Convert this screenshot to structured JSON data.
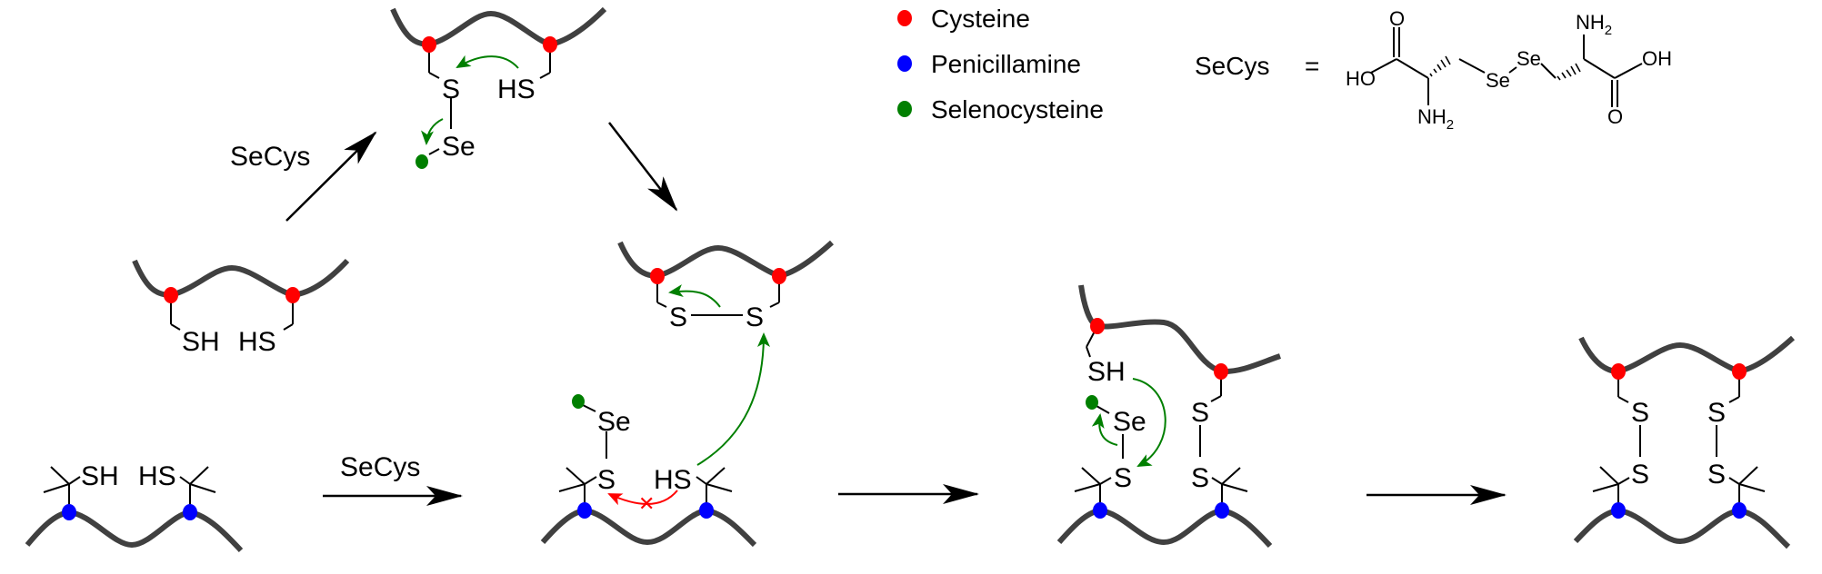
{
  "colors": {
    "cysteine": "#ff0000",
    "penicillamine": "#0000ff",
    "selenocysteine": "#007f00",
    "chain": "#404040",
    "blocked_arrow": "#ff0000"
  },
  "legend": {
    "items": [
      {
        "label": "Cysteine",
        "color": "#ff0000"
      },
      {
        "label": "Penicillamine",
        "color": "#0000ff"
      },
      {
        "label": "Selenocysteine",
        "color": "#007f00"
      }
    ]
  },
  "reagent_definition": {
    "name": "SeCys",
    "equals": "=",
    "structure_labels": {
      "ho": "HO",
      "o_top": "O",
      "nh2_left": "NH",
      "nh2_left_sub": "2",
      "se1": "Se",
      "se2": "Se",
      "nh2_right": "NH",
      "nh2_right_sub": "2",
      "oh": "OH",
      "o_bottom": "O"
    }
  },
  "arrows": {
    "up_arrow_label": "SeCys",
    "bottom_arrow_label": "SeCys"
  },
  "panels": {
    "cys_start": {
      "left_thiol": "SH",
      "right_thiol": "HS"
    },
    "cys_intermediate": {
      "s": "S",
      "hs": "HS",
      "se": "Se"
    },
    "cys_disulfide": {
      "s1": "S",
      "s2": "S"
    },
    "pen_start": {
      "left_thiol": "SH",
      "right_thiol": "HS"
    },
    "pen_intermediate": {
      "se": "Se",
      "s": "S",
      "hs": "HS",
      "blocked_mark": "✕"
    },
    "mixed_intermediate": {
      "sh": "SH",
      "se": "Se",
      "s_left": "S",
      "s_upper_right": "S",
      "s_lower_right": "S"
    },
    "final": {
      "s_ul": "S",
      "s_ll": "S",
      "s_ur": "S",
      "s_lr": "S"
    }
  }
}
